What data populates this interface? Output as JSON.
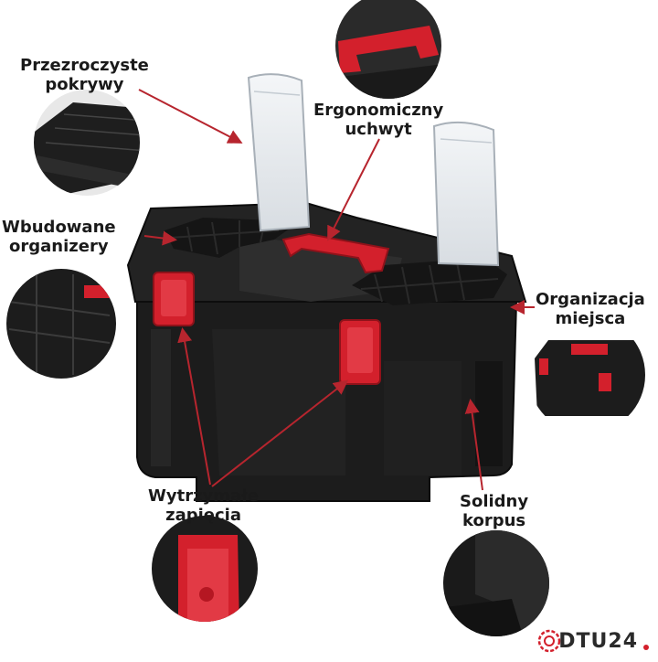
{
  "labels": {
    "covers": [
      "Przezroczyste",
      "pokrywy"
    ],
    "handle": [
      "Ergonomiczny",
      "uchwyt"
    ],
    "organizers": [
      "Wbudowane",
      "organizery"
    ],
    "organization": [
      "Organizacja",
      "miejsca"
    ],
    "latches": [
      "Wytrzymałe",
      "zapięcia"
    ],
    "body": [
      "Solidny",
      "korpus"
    ]
  },
  "brand": {
    "text": "DTU24"
  },
  "colors": {
    "accent": "#d3202c",
    "plastic": "#1c1c1c",
    "pointer": "#b7252e"
  }
}
